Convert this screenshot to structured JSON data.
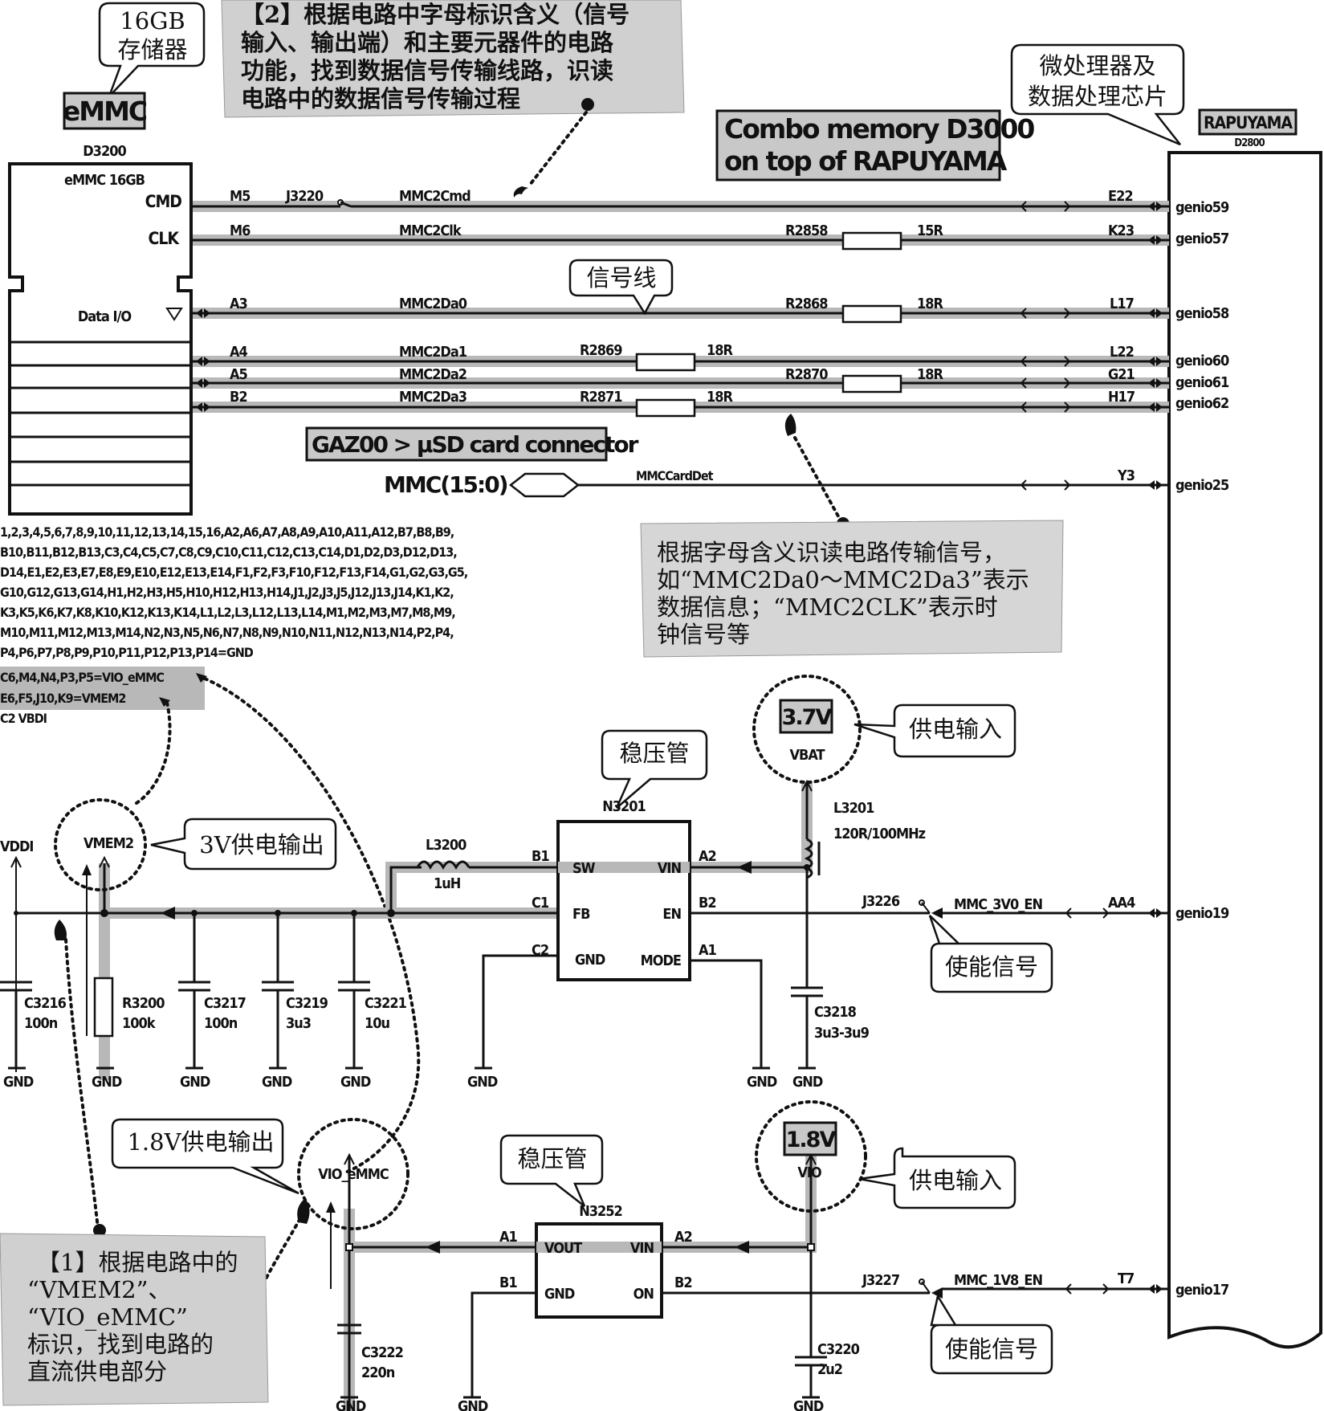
{
  "annotations": {
    "note2": [
      "【2】根据电路中字母标识含义（信号",
      "输入、输出端）和主要元器件的电路",
      "功能，找到数据信号传输线路，识读",
      "电路中的数据信号传输过程"
    ],
    "note_signal": [
      "根据字母含义识读电路传输信号，",
      "如“MMC2Da0～MMC2Da3”表示",
      "数据信息；“MMC2CLK”表示时",
      "钟信号等"
    ],
    "note1": [
      "【1】根据电路中的",
      "“VMEM2”、",
      "“VIO_eMMC”",
      "标识，找到电路的",
      "直流供电部分"
    ]
  },
  "bubbles": {
    "storage": [
      "16GB",
      "存储器"
    ],
    "processor": [
      "微处理器及",
      "数据处理芯片"
    ],
    "signal_line": "信号线",
    "regulator_1": "稳压管",
    "regulator_2": "稳压管",
    "supply_in_1": "供电输入",
    "supply_in_2": "供电输入",
    "out_3v": "3V供电输出",
    "out_1v8": "1.8V供电输出",
    "enable_1": "使能信号",
    "enable_2": "使能信号"
  },
  "labels": {
    "emmc_tag": "eMMC",
    "emmc_ref": "D3200",
    "emmc_name": "eMMC 16GB",
    "cmd": "CMD",
    "clk": "CLK",
    "data_io": "Data I/O",
    "combo": [
      "Combo memory D3000",
      "on top of RAPUYAMA"
    ],
    "rapuyama": "RAPUYAMA",
    "rapuyama_ref": "D2800",
    "gazoo": "GAZ00 > µSD card connector",
    "mmc_bus": "MMC(15:0)",
    "mmc_card_det": "MMCCardDet"
  },
  "signals": [
    {
      "pin": "M5",
      "net": "MMC2Cmd",
      "jumper": "J3220",
      "res": "",
      "val": "",
      "ball": "E22",
      "genio": "genio59"
    },
    {
      "pin": "M6",
      "net": "MMC2Clk",
      "res": "R2858",
      "val": "15R",
      "ball": "K23",
      "genio": "genio57"
    },
    {
      "pin": "A3",
      "net": "MMC2Da0",
      "res": "R2868",
      "val": "18R",
      "ball": "L17",
      "genio": "genio58"
    },
    {
      "pin": "A4",
      "net": "MMC2Da1",
      "res": "R2869",
      "val": "18R",
      "ball": "L22",
      "genio": "genio60"
    },
    {
      "pin": "A5",
      "net": "MMC2Da2",
      "res": "R2870",
      "val": "18R",
      "ball": "G21",
      "genio": "genio61"
    },
    {
      "pin": "B2",
      "net": "MMC2Da3",
      "res": "R2871",
      "val": "18R",
      "ball": "H17",
      "genio": "genio62"
    },
    {
      "ball": "Y3",
      "genio": "genio25"
    }
  ],
  "pin_list": [
    "1,2,3,4,5,6,7,8,9,10,11,12,13,14,15,16,A2,A6,A7,A8,A9,A10,A11,A12,B7,B8,B9,",
    "B10,B11,B12,B13,C3,C4,C5,C7,C8,C9,C10,C11,C12,C13,C14,D1,D2,D3,D12,D13,",
    "D14,E1,E2,E3,E7,E8,E9,E10,E12,E13,E14,F1,F2,F3,F10,F12,F13,F14,G1,G2,G3,G5,",
    "G10,G12,G13,G14,H1,H2,H3,H5,H10,H12,H13,H14,J1,J2,J3,J5,J12,J13,J14,K1,K2,",
    "K3,K5,K6,K7,K8,K10,K12,K13,K14,L1,L2,L3,L12,L13,L14,M1,M2,M3,M7,M8,M9,",
    "M10,M11,M12,M13,M14,N2,N3,N5,N6,N7,N8,N9,N10,N11,N12,N13,N14,P2,P4,",
    "P4,P6,P7,P8,P9,P10,P11,P12,P13,P14=GND"
  ],
  "pin_power": [
    "C6,M4,N4,P3,P5=VIO_eMMC",
    "E6,F5,J10,K9=VMEM2",
    "C2  VBDI"
  ],
  "power3v": {
    "vddi": "VDDI",
    "vmem2": "VMEM2",
    "l3200": "L3200",
    "l3200_val": "1uH",
    "n3201": "N3201",
    "pins_left": [
      "B1",
      "C1",
      "C2"
    ],
    "pins_right": [
      "A2",
      "B2",
      "A1"
    ],
    "inner_left": [
      "SW",
      "FB",
      "GND"
    ],
    "inner_right": [
      "VIN",
      "EN",
      "MODE"
    ],
    "vbat_volt": "3.7V",
    "vbat": "VBAT",
    "l3201": "L3201",
    "l3201_val": "120R/100MHz",
    "j3226": "J3226",
    "enable_net": "MMC_3V0_EN",
    "enable_ball": "AA4",
    "enable_genio": "genio19",
    "caps": [
      {
        "ref": "C3216",
        "val": "100n"
      },
      {
        "ref": "R3200",
        "val": "100k"
      },
      {
        "ref": "C3217",
        "val": "100n"
      },
      {
        "ref": "C3219",
        "val": "3u3"
      },
      {
        "ref": "C3221",
        "val": "10u"
      }
    ],
    "c3218": "C3218",
    "c3218_val": "3u3-3u9",
    "gnd": "GND"
  },
  "power1v8": {
    "vio_emmc": "VIO_eMMC",
    "n3252": "N3252",
    "pins_left": [
      "A1",
      "B1"
    ],
    "pins_right": [
      "A2",
      "B2"
    ],
    "inner_left": [
      "VOUT",
      "GND"
    ],
    "inner_right": [
      "VIN",
      "ON"
    ],
    "vio_volt": "1.8V",
    "vio": "VIO",
    "j3227": "J3227",
    "enable_net": "MMC_1V8_EN",
    "enable_ball": "T7",
    "enable_genio": "genio17",
    "c3222": "C3222",
    "c3222_val": "220n",
    "c3220": "C3220",
    "c3220_val": "2u2",
    "gnd": "GND"
  }
}
